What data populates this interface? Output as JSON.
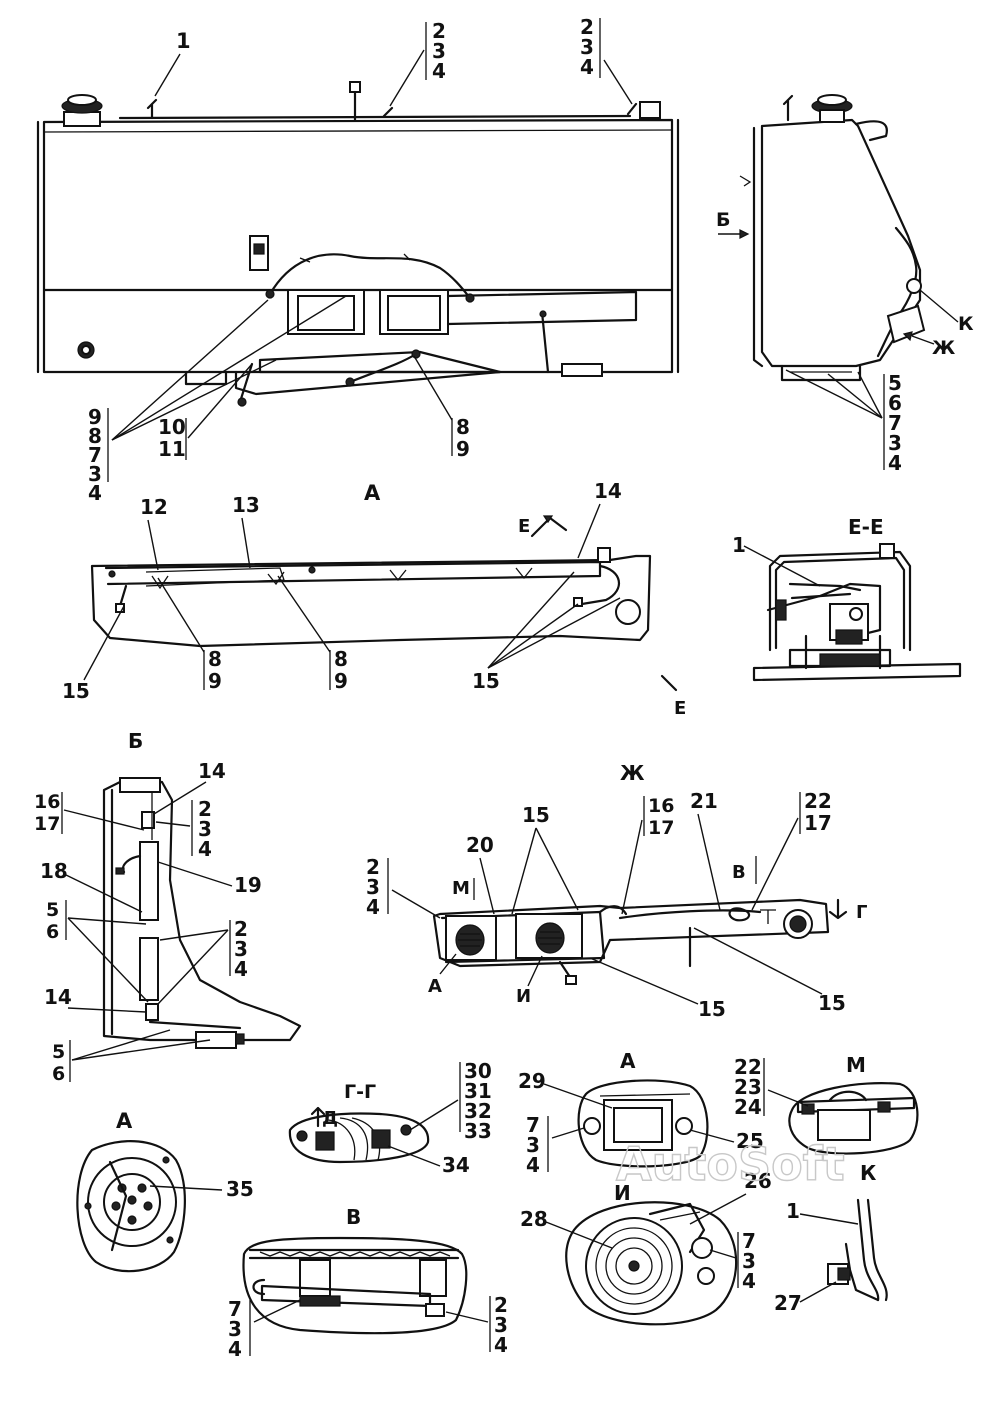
{
  "watermark": "AutoSoft",
  "views": {
    "a": "А",
    "b": "Б",
    "ee": "Е-Е",
    "zh": "Ж",
    "gg": "Г-Г",
    "a2": "А",
    "a3": "А",
    "m": "М",
    "v": "В",
    "i": "И",
    "k": "К"
  },
  "marks": {
    "b": "Б",
    "zh": "Ж",
    "k": "К",
    "e1": "Е",
    "e2": "Е",
    "g": "Г",
    "d": "Д",
    "m": "М",
    "v": "В",
    "a": "А",
    "i": "И"
  },
  "callouts": {
    "c1": "1",
    "c234a": [
      "2",
      "3",
      "4"
    ],
    "c234b": [
      "2",
      "3",
      "4"
    ],
    "c98734": [
      "9",
      "8",
      "7",
      "3",
      "4"
    ],
    "c1011": [
      "10",
      "11"
    ],
    "c89a": [
      "8",
      "9"
    ],
    "c56734": [
      "5",
      "6",
      "7",
      "3",
      "4"
    ],
    "c12": "12",
    "c13": "13",
    "c14a": "14",
    "c15a": "15",
    "c89b": [
      "8",
      "9"
    ],
    "c89c": [
      "8",
      "9"
    ],
    "c15b": "15",
    "c1ee": "1",
    "c14b": "14",
    "c1617a": [
      "16",
      "17"
    ],
    "c234c": [
      "2",
      "3",
      "4"
    ],
    "c19": "19",
    "c18": "18",
    "c56a": [
      "5",
      "6"
    ],
    "c234d": [
      "2",
      "3",
      "4"
    ],
    "c14c": "14",
    "c56b": [
      "5",
      "6"
    ],
    "c234e": [
      "2",
      "3",
      "4"
    ],
    "c20": "20",
    "c15c": "15",
    "c1617b": [
      "16",
      "17"
    ],
    "c21": "21",
    "c2217": [
      "22",
      "17"
    ],
    "c15d": "15",
    "c15e": "15",
    "c30333": [
      "30",
      "31",
      "32",
      "33"
    ],
    "c34": "34",
    "c35": "35",
    "c29": "29",
    "c734a": [
      "7",
      "3",
      "4"
    ],
    "c25": "25",
    "c222324": [
      "22",
      "23",
      "24"
    ],
    "c26": "26",
    "c28": "28",
    "c734b": [
      "7",
      "3",
      "4"
    ],
    "c1k": "1",
    "c27": "27",
    "c734c": [
      "7",
      "3",
      "4"
    ],
    "c234f": [
      "2",
      "3",
      "4"
    ]
  }
}
